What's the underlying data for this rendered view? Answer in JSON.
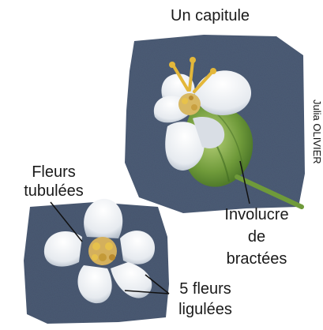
{
  "labels": {
    "title": "Un capitule",
    "fleurs_tubulees": [
      "Fleurs",
      "tubulées"
    ],
    "involucre": [
      "Involucre",
      "de",
      "bractées"
    ],
    "fleurs_ligulees": [
      "5 fleurs",
      "ligulées"
    ]
  },
  "credit": "Julia OLIVIER",
  "colors": {
    "paper": "#4a5a73",
    "petal": "#eef1f4",
    "petal_shade": "#b9c3cf",
    "center": "#d6b25a",
    "stamen": "#e3b73a",
    "bract": "#6f9a3a",
    "bract_light": "#a9c765"
  }
}
